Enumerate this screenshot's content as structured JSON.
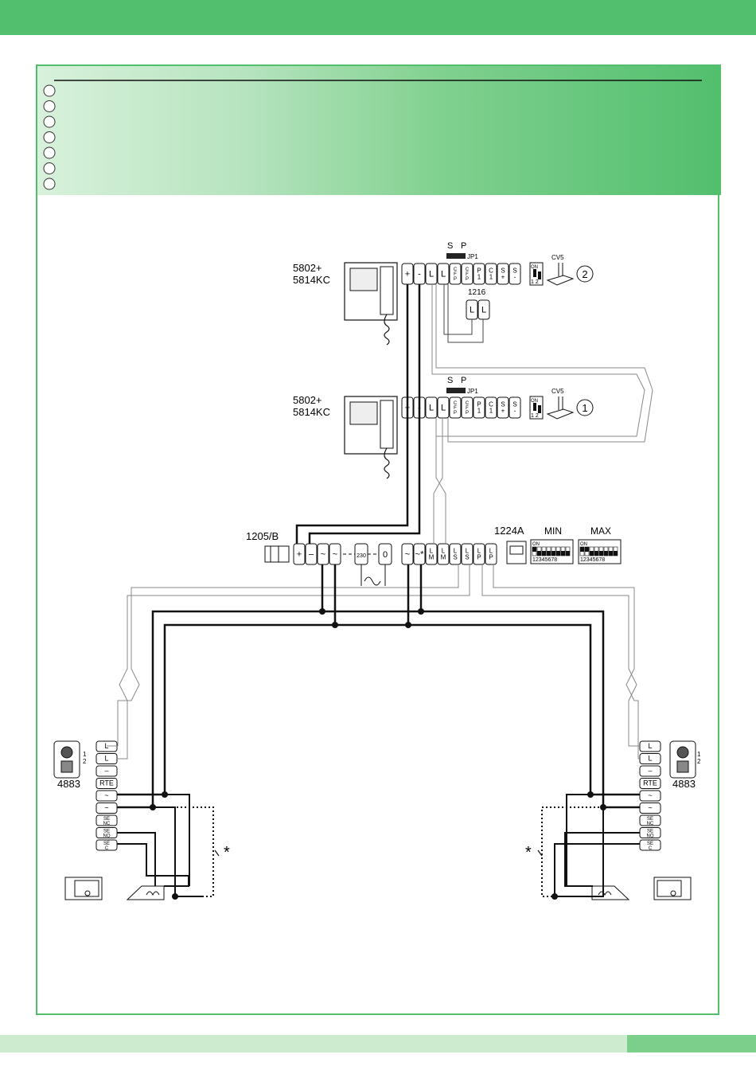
{
  "page": {
    "accent_color": "#52bf6d",
    "light_color": "#cdeccf"
  },
  "header": {
    "option_circles": 7
  },
  "devices": {
    "monitor_top": {
      "label_line1": "5802+",
      "label_line2": "5814KC",
      "number": "2",
      "jumper_s": "S",
      "jumper_p": "P",
      "jumper_label": "JP1",
      "cv5": "CV5",
      "dip_on": "ON",
      "dip_nums": "1 2"
    },
    "monitor_bottom": {
      "label_line1": "5802+",
      "label_line2": "5814KC",
      "number": "1",
      "jumper_s": "S",
      "jumper_p": "P",
      "jumper_label": "JP1",
      "cv5": "CV5",
      "dip_on": "ON",
      "dip_nums": "1 2"
    },
    "module_1216": {
      "label": "1216"
    },
    "psu": {
      "label": "1205/B"
    },
    "controller": {
      "label": "1224A",
      "min_label": "MIN",
      "max_label": "MAX",
      "dip_on": "ON",
      "dip_nums": "12345678"
    },
    "panel_left": {
      "label": "4883",
      "sub1": "1",
      "sub2": "2"
    },
    "panel_right": {
      "label": "4883",
      "sub1": "1",
      "sub2": "2"
    },
    "star": "*"
  },
  "terminals": {
    "monitor": [
      "+",
      "-",
      "L",
      "L",
      "CFP",
      "CFP",
      "P1",
      "C1",
      "S+",
      "S-"
    ],
    "psu": [
      "+",
      "–",
      "~",
      "~",
      "230",
      "0"
    ],
    "controller": [
      "~",
      "~*",
      "LM",
      "LM",
      "LS",
      "LS",
      "LP",
      "LP"
    ],
    "panel": [
      "L",
      "L",
      "–",
      "RTE",
      "~",
      "~",
      "SE NC",
      "SE NO",
      "SE C"
    ],
    "module_1216": [
      "L",
      "L"
    ]
  }
}
